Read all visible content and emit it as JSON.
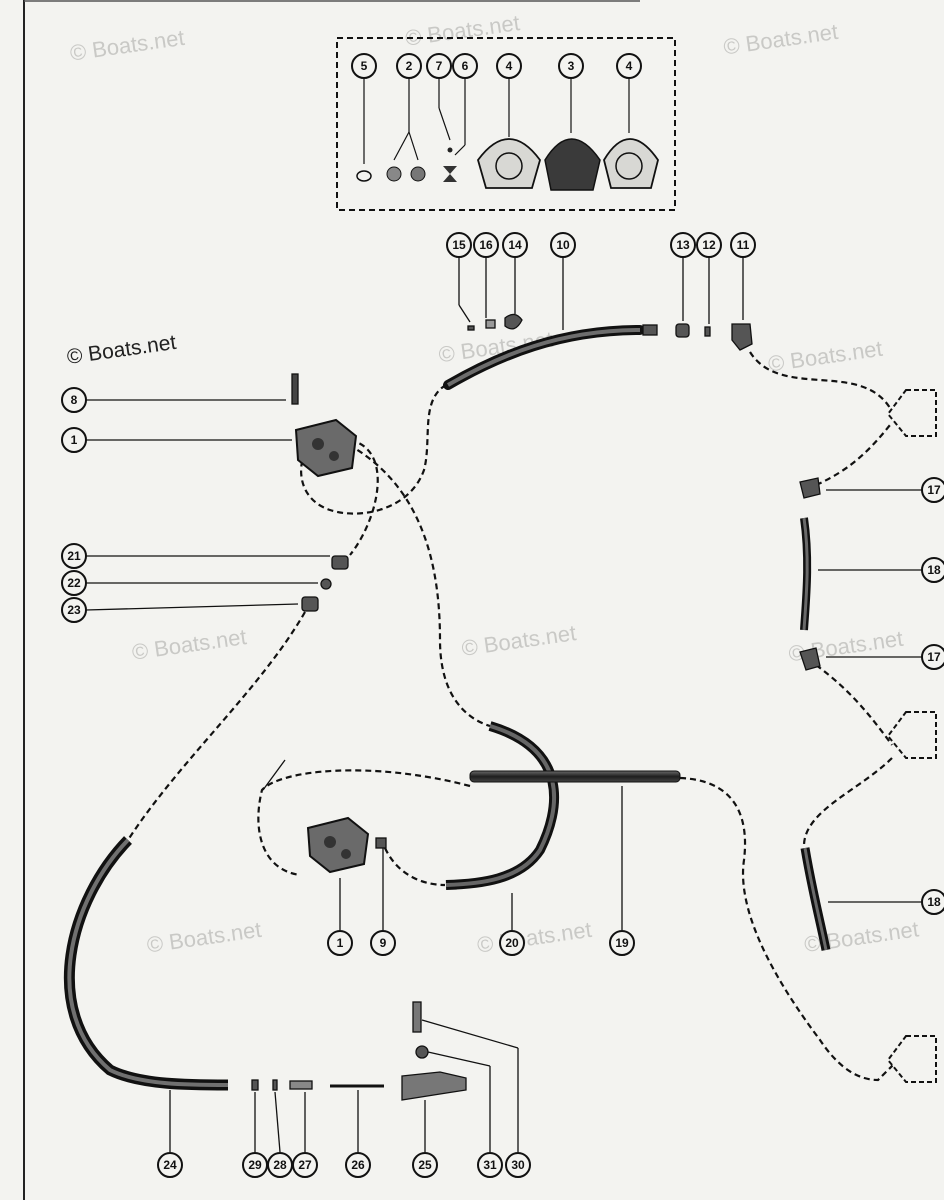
{
  "copyright": "© Boats.net",
  "watermark": "© Boats.net",
  "kit_callouts": [
    "5",
    "2",
    "7",
    "6",
    "4",
    "3",
    "4"
  ],
  "callouts": {
    "c1a": "1",
    "c8": "8",
    "c21": "21",
    "c22": "22",
    "c23": "23",
    "c15": "15",
    "c16": "16",
    "c14": "14",
    "c10": "10",
    "c13": "13",
    "c12": "12",
    "c11": "11",
    "c17a": "17",
    "c18a": "18",
    "c17b": "17",
    "c18b": "18",
    "c1b": "1",
    "c9": "9",
    "c20": "20",
    "c19": "19",
    "c24": "24",
    "c29": "29",
    "c28": "28",
    "c27": "27",
    "c26": "26",
    "c25": "25",
    "c31": "31",
    "c30": "30"
  },
  "colors": {
    "line": "#151515",
    "hose": "#2c2c2c",
    "paper": "#f3f3f0",
    "watermark": "#c9c9c6"
  }
}
